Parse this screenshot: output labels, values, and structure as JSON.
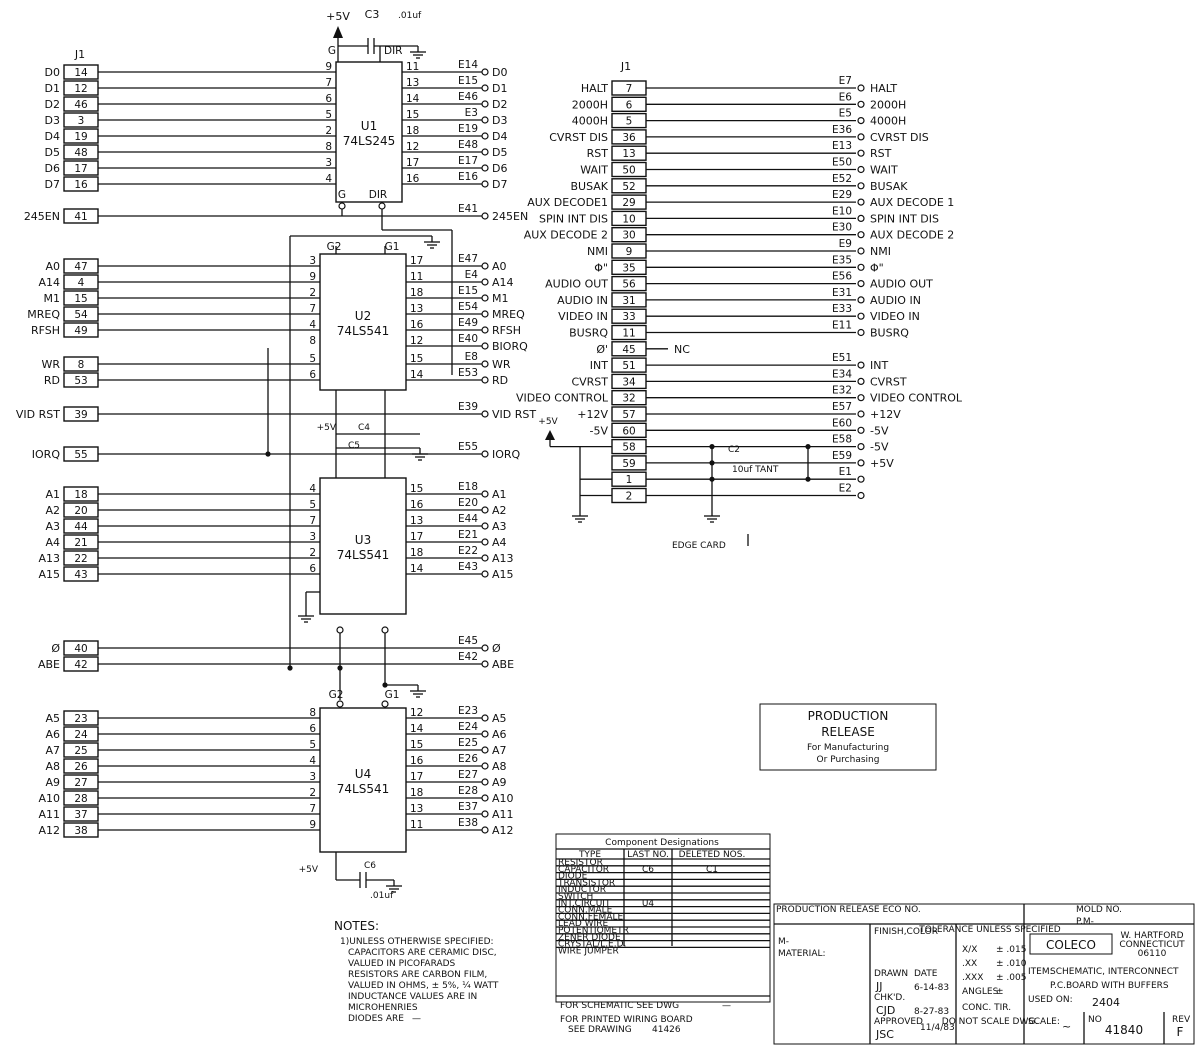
{
  "header": {
    "vcc": "+5V",
    "cap_u1": "C3",
    "cap_u1_value": ".01uf"
  },
  "connector_label": "J1",
  "chips": [
    {
      "ref": "U1",
      "part": "74LS245",
      "gate": "G",
      "dir": "DIR"
    },
    {
      "ref": "U2",
      "part": "74LS541",
      "g2": "G2",
      "g1": "G1"
    },
    {
      "ref": "U3",
      "part": "74LS541"
    },
    {
      "ref": "U4",
      "part": "74LS541",
      "g2": "G2",
      "g1": "G1"
    }
  ],
  "left_signals": [
    {
      "name": "D0",
      "j": "14",
      "pin": "9",
      "out": "11",
      "e": "E14",
      "dest": "D0"
    },
    {
      "name": "D1",
      "j": "12",
      "pin": "7",
      "out": "13",
      "e": "E15",
      "dest": "D1"
    },
    {
      "name": "D2",
      "j": "46",
      "pin": "6",
      "out": "14",
      "e": "E46",
      "dest": "D2"
    },
    {
      "name": "D3",
      "j": "3",
      "pin": "5",
      "out": "15",
      "e": "E3",
      "dest": "D3"
    },
    {
      "name": "D4",
      "j": "19",
      "pin": "2",
      "out": "18",
      "e": "E19",
      "dest": "D4"
    },
    {
      "name": "D5",
      "j": "48",
      "pin": "8",
      "out": "12",
      "e": "E48",
      "dest": "D5"
    },
    {
      "name": "D6",
      "j": "17",
      "pin": "3",
      "out": "17",
      "e": "E17",
      "dest": "D6"
    },
    {
      "name": "D7",
      "j": "16",
      "pin": "4",
      "out": "16",
      "e": "E16",
      "dest": "D7"
    },
    {
      "name": "245EN",
      "j": "41",
      "pin": "",
      "out": "",
      "e": "E41",
      "dest": "245EN"
    },
    {
      "name": "A0",
      "j": "47",
      "pin": "3",
      "out": "17",
      "e": "E47",
      "dest": "A0"
    },
    {
      "name": "A14",
      "j": "4",
      "pin": "9",
      "out": "11",
      "e": "E4",
      "dest": "A14"
    },
    {
      "name": "M1",
      "j": "15",
      "pin": "2",
      "out": "18",
      "e": "E15",
      "dest": "M1"
    },
    {
      "name": "MREQ",
      "j": "54",
      "pin": "7",
      "out": "13",
      "e": "E54",
      "dest": "MREQ"
    },
    {
      "name": "RFSH",
      "j": "49",
      "pin": "4",
      "out": "16",
      "e": "E49",
      "dest": "RFSH"
    },
    {
      "name": "",
      "j": "",
      "pin": "8",
      "out": "12",
      "e": "E40",
      "dest": "BIORQ"
    },
    {
      "name": "WR",
      "j": "8",
      "pin": "5",
      "out": "15",
      "e": "E8",
      "dest": "WR"
    },
    {
      "name": "RD",
      "j": "53",
      "pin": "6",
      "out": "14",
      "e": "E53",
      "dest": "RD"
    },
    {
      "name": "VID RST",
      "j": "39",
      "pin": "",
      "out": "",
      "e": "E39",
      "dest": "VID RST"
    },
    {
      "name": "IORQ",
      "j": "55",
      "pin": "",
      "out": "",
      "e": "E55",
      "dest": "IORQ"
    },
    {
      "name": "A1",
      "j": "18",
      "pin": "4",
      "out": "15",
      "e": "E18",
      "dest": "A1"
    },
    {
      "name": "A2",
      "j": "20",
      "pin": "5",
      "out": "16",
      "e": "E20",
      "dest": "A2"
    },
    {
      "name": "A3",
      "j": "44",
      "pin": "7",
      "out": "13",
      "e": "E44",
      "dest": "A3"
    },
    {
      "name": "A4",
      "j": "21",
      "pin": "3",
      "out": "17",
      "e": "E21",
      "dest": "A4"
    },
    {
      "name": "A13",
      "j": "22",
      "pin": "2",
      "out": "18",
      "e": "E22",
      "dest": "A13"
    },
    {
      "name": "A15",
      "j": "43",
      "pin": "6",
      "out": "14",
      "e": "E43",
      "dest": "A15"
    },
    {
      "name": "Ø",
      "j": "40",
      "pin": "",
      "out": "",
      "e": "E45",
      "dest": "Ø"
    },
    {
      "name": "ABE",
      "j": "42",
      "pin": "",
      "out": "",
      "e": "E42",
      "dest": "ABE"
    },
    {
      "name": "A5",
      "j": "23",
      "pin": "8",
      "out": "12",
      "e": "E23",
      "dest": "A5"
    },
    {
      "name": "A6",
      "j": "24",
      "pin": "6",
      "out": "14",
      "e": "E24",
      "dest": "A6"
    },
    {
      "name": "A7",
      "j": "25",
      "pin": "5",
      "out": "15",
      "e": "E25",
      "dest": "A7"
    },
    {
      "name": "A8",
      "j": "26",
      "pin": "4",
      "out": "16",
      "e": "E26",
      "dest": "A8"
    },
    {
      "name": "A9",
      "j": "27",
      "pin": "3",
      "out": "17",
      "e": "E27",
      "dest": "A9"
    },
    {
      "name": "A10",
      "j": "28",
      "pin": "2",
      "out": "18",
      "e": "E28",
      "dest": "A10"
    },
    {
      "name": "A11",
      "j": "37",
      "pin": "7",
      "out": "13",
      "e": "E37",
      "dest": "A11"
    },
    {
      "name": "A12",
      "j": "38",
      "pin": "9",
      "out": "11",
      "e": "E38",
      "dest": "A12"
    }
  ],
  "right_signals": [
    {
      "name": "HALT",
      "j": "7",
      "e": "E7",
      "dest": "HALT"
    },
    {
      "name": "2000H",
      "j": "6",
      "e": "E6",
      "dest": "2000H"
    },
    {
      "name": "4000H",
      "j": "5",
      "e": "E5",
      "dest": "4000H"
    },
    {
      "name": "CVRST DIS",
      "j": "36",
      "e": "E36",
      "dest": "CVRST DIS"
    },
    {
      "name": "RST",
      "j": "13",
      "e": "E13",
      "dest": "RST"
    },
    {
      "name": "WAIT",
      "j": "50",
      "e": "E50",
      "dest": "WAIT"
    },
    {
      "name": "BUSAK",
      "j": "52",
      "e": "E52",
      "dest": "BUSAK"
    },
    {
      "name": "AUX DECODE1",
      "j": "29",
      "e": "E29",
      "dest": "AUX DECODE 1"
    },
    {
      "name": "SPIN INT DIS",
      "j": "10",
      "e": "E10",
      "dest": "SPIN INT DIS"
    },
    {
      "name": "AUX DECODE 2",
      "j": "30",
      "e": "E30",
      "dest": "AUX DECODE 2"
    },
    {
      "name": "NMI",
      "j": "9",
      "e": "E9",
      "dest": "NMI"
    },
    {
      "name": "Φ\"",
      "j": "35",
      "e": "E35",
      "dest": "Φ\""
    },
    {
      "name": "AUDIO OUT",
      "j": "56",
      "e": "E56",
      "dest": "AUDIO OUT"
    },
    {
      "name": "AUDIO IN",
      "j": "31",
      "e": "E31",
      "dest": "AUDIO IN"
    },
    {
      "name": "VIDEO IN",
      "j": "33",
      "e": "E33",
      "dest": "VIDEO IN"
    },
    {
      "name": "BUSRQ",
      "j": "11",
      "e": "E11",
      "dest": "BUSRQ"
    },
    {
      "name": "Ø'",
      "j": "45",
      "e": "",
      "dest": "NC"
    },
    {
      "name": "INT",
      "j": "51",
      "e": "E51",
      "dest": "INT"
    },
    {
      "name": "CVRST",
      "j": "34",
      "e": "E34",
      "dest": "CVRST"
    },
    {
      "name": "VIDEO CONTROL",
      "j": "32",
      "e": "E32",
      "dest": "VIDEO CONTROL"
    },
    {
      "name": "+12V",
      "j": "57",
      "e": "E57",
      "dest": "+12V"
    },
    {
      "name": "-5V",
      "j": "60",
      "e": "E60",
      "dest": "-5V"
    },
    {
      "name": "",
      "j": "58",
      "e": "E58",
      "dest": "-5V"
    },
    {
      "name": "",
      "j": "59",
      "e": "E59",
      "dest": "+5V"
    },
    {
      "name": "",
      "j": "1",
      "e": "E1",
      "dest": ""
    },
    {
      "name": "",
      "j": "2",
      "e": "E2",
      "dest": ""
    }
  ],
  "edge_card": "EDGE CARD",
  "misc": {
    "plus5": "+5V",
    "c2": "C2",
    "c2_value": "10uf TANT",
    "c4": "C4",
    "c5": "C5",
    "c6": "C6",
    "cap_small": ".01uf"
  },
  "stamp": {
    "line1": "PRODUCTION",
    "line2": "RELEASE",
    "line3": "For Manufacturing",
    "line4": "Or Purchasing"
  },
  "notes": {
    "title": "NOTES:",
    "items": [
      "1)UNLESS OTHERWISE SPECIFIED:",
      "CAPACITORS ARE CERAMIC DISC,",
      "VALUED IN PICOFARADS",
      "RESISTORS ARE CARBON FILM,",
      "VALUED IN OHMS, ± 5%, ¼ WATT",
      "INDUCTANCE VALUES ARE IN",
      "MICROHENRIES",
      "DIODES ARE"
    ],
    "diodes_value": "—"
  },
  "components_table": {
    "title": "Component Designations",
    "headers": [
      "TYPE",
      "LAST NO.",
      "DELETED NOS."
    ],
    "rows": [
      [
        "RESISTOR",
        "",
        ""
      ],
      [
        "CAPACITOR",
        "C6",
        "C1"
      ],
      [
        "DIODE",
        "",
        ""
      ],
      [
        "TRANSISTOR",
        "",
        ""
      ],
      [
        "INDUCTOR",
        "",
        ""
      ],
      [
        "SWITCH",
        "",
        ""
      ],
      [
        "INT.CIRCUIT",
        "U4",
        ""
      ],
      [
        "CONN.MALE",
        "",
        ""
      ],
      [
        "CONN.FEMALE",
        "",
        ""
      ],
      [
        "LEAD WIRE",
        "",
        ""
      ],
      [
        "POTENTIOMETR",
        "",
        ""
      ],
      [
        "ZENER DIODE",
        "",
        ""
      ],
      [
        "CRYSTAL/L.E.D.",
        "",
        ""
      ],
      [
        "WIRE JUMPER",
        "",
        ""
      ]
    ],
    "see_schematic": "FOR SCHEMATIC SEE DWG",
    "see_schematic_value": "—",
    "see_board_1": "FOR PRINTED WIRING BOARD",
    "see_board_2": "SEE DRAWING",
    "see_board_value": "41426"
  },
  "title_block": {
    "production_release": "PRODUCTION RELEASE ECO NO.",
    "m_label": "M-",
    "material": "MATERIAL:",
    "finish": "FINISH,COLOR",
    "tolerance": "TOLERANCE UNLESS SPECIFIED",
    "tol_rows": [
      [
        "X/X",
        "± .015"
      ],
      [
        ".XX",
        "± .010"
      ],
      [
        ".XXX",
        "± .005"
      ],
      [
        "ANGLES",
        "± "
      ]
    ],
    "conc": "CONC. TIR.",
    "mold_no": "MOLD NO.",
    "pm": "P.M-",
    "company": "COLECO",
    "company_addr1": "W. HARTFORD",
    "company_addr2": "CONNECTICUT",
    "company_addr3": "06110",
    "item_label": "ITEM:",
    "item_line1": "SCHEMATIC, INTERCONNECT",
    "item_line2": "P.C.BOARD WITH BUFFERS",
    "used_on_label": "USED ON:",
    "used_on": "2404",
    "drawn_label": "DRAWN",
    "drawn_by": "JJ",
    "date_label": "DATE",
    "drawn_date": "6-14-83",
    "chkd_label": "CHK'D.",
    "chkd_by": "CJD",
    "chkd_date": "8-27-83",
    "approved_label": "APPROVED",
    "approved_by": "JSC",
    "approved_date": "11/4/83",
    "do_not_scale": "DO NOT SCALE DWG.",
    "scale_label": "SCALE:",
    "scale": "~",
    "no_label": "NO",
    "drawing_no": "41840",
    "rev_label": "REV",
    "rev": "F"
  }
}
